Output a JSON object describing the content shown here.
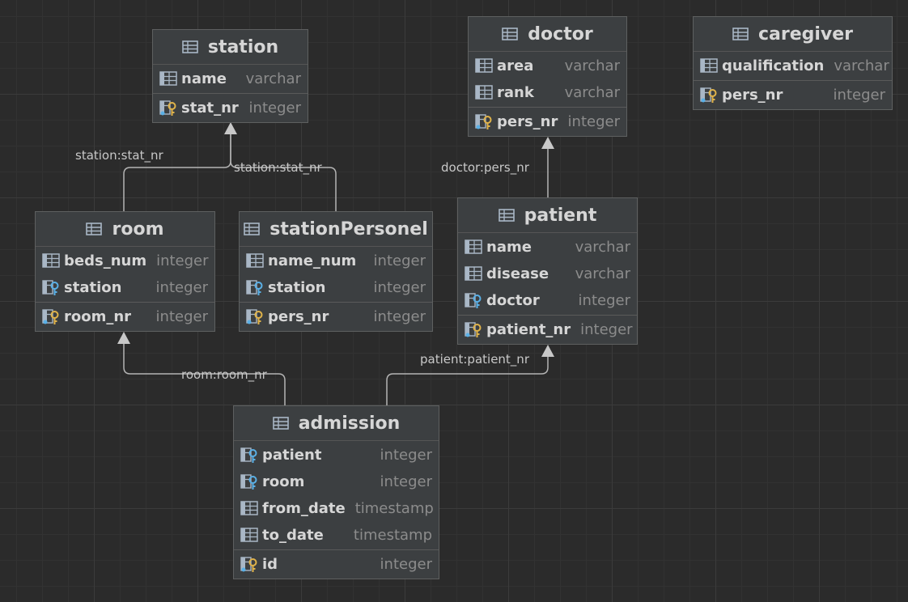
{
  "tables": [
    {
      "id": "station",
      "name": "station",
      "columns": [
        {
          "name": "name",
          "type": "varchar",
          "kind": "plain"
        }
      ],
      "keys": [
        {
          "name": "stat_nr",
          "type": "integer",
          "kind": "pk"
        }
      ]
    },
    {
      "id": "doctor",
      "name": "doctor",
      "columns": [
        {
          "name": "area",
          "type": "varchar",
          "kind": "plain"
        },
        {
          "name": "rank",
          "type": "varchar",
          "kind": "plain"
        }
      ],
      "keys": [
        {
          "name": "pers_nr",
          "type": "integer",
          "kind": "pk"
        }
      ]
    },
    {
      "id": "caregiver",
      "name": "caregiver",
      "columns": [
        {
          "name": "qualification",
          "type": "varchar",
          "kind": "plain"
        }
      ],
      "keys": [
        {
          "name": "pers_nr",
          "type": "integer",
          "kind": "pk"
        }
      ]
    },
    {
      "id": "room",
      "name": "room",
      "columns": [
        {
          "name": "beds_num",
          "type": "integer",
          "kind": "plain"
        },
        {
          "name": "station",
          "type": "integer",
          "kind": "fk"
        }
      ],
      "keys": [
        {
          "name": "room_nr",
          "type": "integer",
          "kind": "pk"
        }
      ]
    },
    {
      "id": "stationPersonel",
      "name": "stationPersonel",
      "columns": [
        {
          "name": "name_num",
          "type": "integer",
          "kind": "plain"
        },
        {
          "name": "station",
          "type": "integer",
          "kind": "fk"
        }
      ],
      "keys": [
        {
          "name": "pers_nr",
          "type": "integer",
          "kind": "pk"
        }
      ]
    },
    {
      "id": "patient",
      "name": "patient",
      "columns": [
        {
          "name": "name",
          "type": "varchar",
          "kind": "plain"
        },
        {
          "name": "disease",
          "type": "varchar",
          "kind": "plain"
        },
        {
          "name": "doctor",
          "type": "integer",
          "kind": "fk"
        }
      ],
      "keys": [
        {
          "name": "patient_nr",
          "type": "integer",
          "kind": "pk"
        }
      ]
    },
    {
      "id": "admission",
      "name": "admission",
      "columns": [
        {
          "name": "patient",
          "type": "integer",
          "kind": "fk"
        },
        {
          "name": "room",
          "type": "integer",
          "kind": "fk"
        },
        {
          "name": "from_date",
          "type": "timestamp",
          "kind": "plain"
        },
        {
          "name": "to_date",
          "type": "timestamp",
          "kind": "plain"
        }
      ],
      "keys": [
        {
          "name": "id",
          "type": "integer",
          "kind": "pk"
        }
      ]
    }
  ],
  "relations": [
    {
      "id": "room-station",
      "label": "station:stat_nr"
    },
    {
      "id": "stationPersonel-station",
      "label": "station:stat_nr"
    },
    {
      "id": "patient-doctor",
      "label": "doctor:pers_nr"
    },
    {
      "id": "admission-room",
      "label": "room:room_nr"
    },
    {
      "id": "admission-patient",
      "label": "patient:patient_nr"
    }
  ],
  "colors": {
    "background": "#2b2b2b",
    "node_fill": "#3c3f41",
    "node_border": "#5e6060",
    "edge": "#b4b4b4",
    "text": "#d6d6d6",
    "type_text": "#8c8c8c",
    "key_gold": "#e0b34a",
    "fk_blue": "#5ab0e6"
  }
}
